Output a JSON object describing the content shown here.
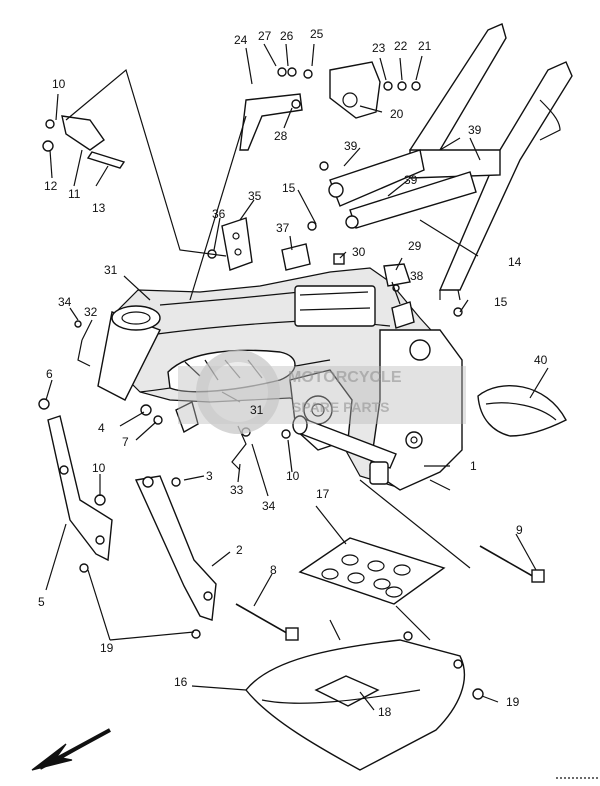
{
  "watermark": {
    "line1": "MOTORCYCLE",
    "line2": "SPARE PARTS",
    "color": "#9a9a9a"
  },
  "callouts": [
    {
      "id": "c1",
      "num": "1"
    },
    {
      "id": "c2",
      "num": "2"
    },
    {
      "id": "c3",
      "num": "3"
    },
    {
      "id": "c4",
      "num": "4"
    },
    {
      "id": "c5",
      "num": "5"
    },
    {
      "id": "c6",
      "num": "6"
    },
    {
      "id": "c7",
      "num": "7"
    },
    {
      "id": "c8",
      "num": "8"
    },
    {
      "id": "c9",
      "num": "9"
    },
    {
      "id": "c10a",
      "num": "10"
    },
    {
      "id": "c10b",
      "num": "10"
    },
    {
      "id": "c10c",
      "num": "10"
    },
    {
      "id": "c11",
      "num": "11"
    },
    {
      "id": "c12",
      "num": "12"
    },
    {
      "id": "c13",
      "num": "13"
    },
    {
      "id": "c14",
      "num": "14"
    },
    {
      "id": "c15a",
      "num": "15"
    },
    {
      "id": "c15b",
      "num": "15"
    },
    {
      "id": "c16",
      "num": "16"
    },
    {
      "id": "c17",
      "num": "17"
    },
    {
      "id": "c18",
      "num": "18"
    },
    {
      "id": "c19a",
      "num": "19"
    },
    {
      "id": "c19b",
      "num": "19"
    },
    {
      "id": "c20",
      "num": "20"
    },
    {
      "id": "c21",
      "num": "21"
    },
    {
      "id": "c22",
      "num": "22"
    },
    {
      "id": "c23",
      "num": "23"
    },
    {
      "id": "c24",
      "num": "24"
    },
    {
      "id": "c25",
      "num": "25"
    },
    {
      "id": "c26",
      "num": "26"
    },
    {
      "id": "c27",
      "num": "27"
    },
    {
      "id": "c28",
      "num": "28"
    },
    {
      "id": "c29",
      "num": "29"
    },
    {
      "id": "c30",
      "num": "30"
    },
    {
      "id": "c31a",
      "num": "31"
    },
    {
      "id": "c31b",
      "num": "31"
    },
    {
      "id": "c32",
      "num": "32"
    },
    {
      "id": "c33",
      "num": "33"
    },
    {
      "id": "c34a",
      "num": "34"
    },
    {
      "id": "c34b",
      "num": "34"
    },
    {
      "id": "c35",
      "num": "35"
    },
    {
      "id": "c36",
      "num": "36"
    },
    {
      "id": "c37",
      "num": "37"
    },
    {
      "id": "c38",
      "num": "38"
    },
    {
      "id": "c39a",
      "num": "39"
    },
    {
      "id": "c39b",
      "num": "39"
    },
    {
      "id": "c39c",
      "num": "39"
    },
    {
      "id": "c40",
      "num": "40"
    }
  ]
}
